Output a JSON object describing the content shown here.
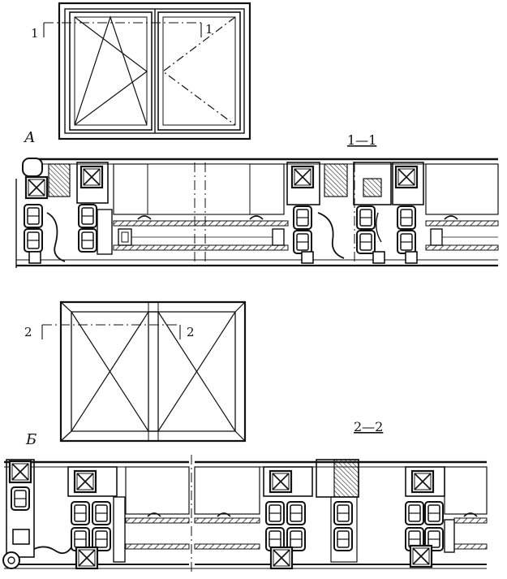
{
  "labels": {
    "panel_a": "А",
    "panel_b": "Б",
    "section_1": "1—1",
    "section_2": "2—2",
    "cut_1_left": "1",
    "cut_1_right": "1",
    "cut_2_left": "2",
    "cut_2_right": "2"
  }
}
